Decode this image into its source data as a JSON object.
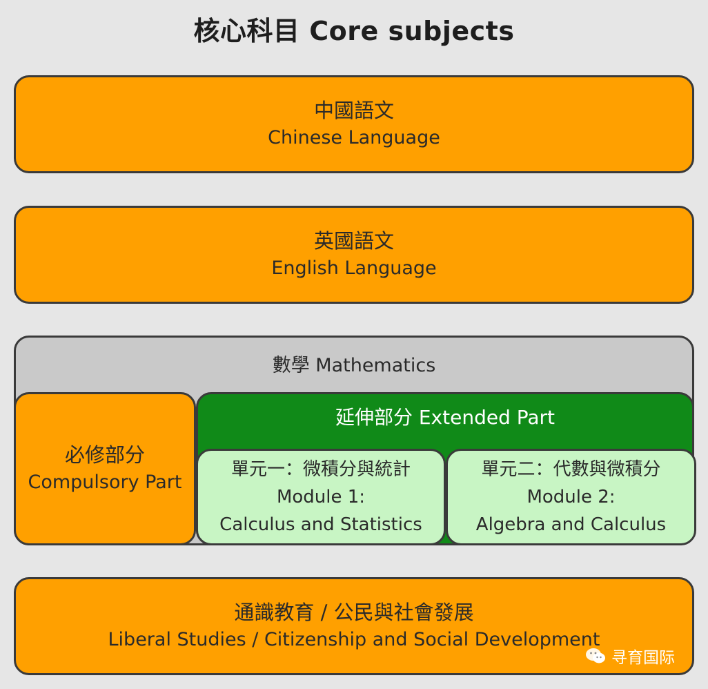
{
  "title": "核心科目 Core subjects",
  "chinese": {
    "zh": "中國語文",
    "en": "Chinese Language"
  },
  "english": {
    "zh": "英國語文",
    "en": "English Language"
  },
  "math": {
    "title": "數學 Mathematics",
    "compulsory": {
      "zh": "必修部分",
      "en": "Compulsory Part"
    },
    "extended": {
      "title": "延伸部分 Extended Part",
      "module1": {
        "zh": "單元一：微積分與統計",
        "en1": "Module 1:",
        "en2": "Calculus and Statistics"
      },
      "module2": {
        "zh": "單元二：代數與微積分",
        "en1": "Module 2:",
        "en2": "Algebra and Calculus"
      }
    }
  },
  "liberal": {
    "zh": "通識教育 / 公民與社會發展",
    "en": "Liberal Studies / Citizenship and Social Development"
  },
  "watermark": {
    "text": "寻育国际",
    "icon": "wechat-icon"
  },
  "colors": {
    "orange": "#ffa000",
    "grey": "#c9c9c9",
    "green": "#108a18",
    "light_green": "#c8f5c4",
    "background": "#e6e6e6"
  }
}
